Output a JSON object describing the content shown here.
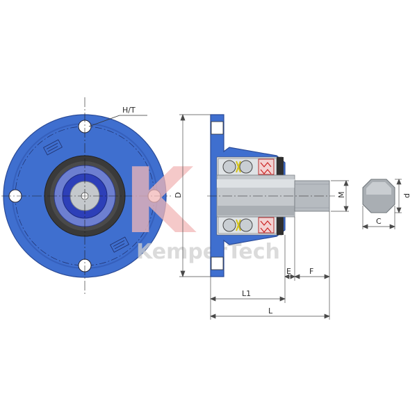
{
  "labels": {
    "ht": "H/T",
    "d_big": "D",
    "m": "M",
    "d_small": "d",
    "c": "C",
    "e": "E",
    "f": "F",
    "l1": "L1",
    "l": "L"
  },
  "watermark": {
    "text": "KemperTech",
    "letter": "K"
  },
  "colors": {
    "housing_blue": "#3f6fcf",
    "housing_dark": "#2f57ab",
    "hub_blue": "#2d3fb8",
    "seal_dark": "#3a3a3a",
    "shaft_grey": "#c4c8cc",
    "shaft_dark": "#8e9398",
    "dim_line": "#4a4a4a",
    "watermark_red": "#f2b7b7",
    "watermark_grey": "#d5d5d5"
  }
}
